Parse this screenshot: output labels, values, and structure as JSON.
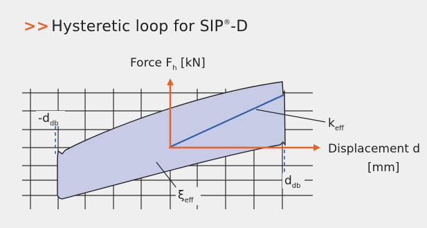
{
  "title": {
    "arrows": ">>",
    "text": "Hysteretic loop for  SIP",
    "reg": "®",
    "suffix": "-D"
  },
  "axes": {
    "force_label": "Force F",
    "force_sub": "h",
    "force_unit": " [kN]",
    "disp_label_line1": "Displacement d",
    "disp_label_line2": "[mm]"
  },
  "annotations": {
    "neg_d": "-d",
    "neg_d_sub": "db",
    "pos_d": "d",
    "pos_d_sub": "db",
    "k": "k",
    "k_sub": "eff",
    "xi": "ξ",
    "xi_sub": "eff"
  },
  "colors": {
    "arrow": "#e8632b",
    "loop_fill": "#c8cbe6",
    "stiffness_line": "#2d5ea9",
    "dash": "#2d5ea9",
    "grid": "#2a2a2a"
  }
}
